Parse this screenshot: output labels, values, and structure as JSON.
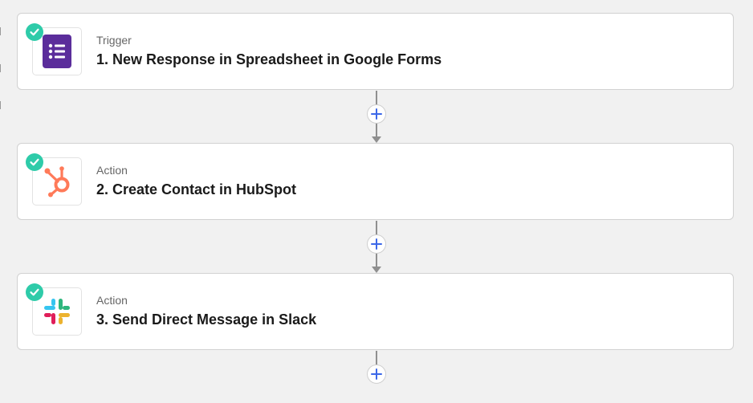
{
  "steps": [
    {
      "kind": "Trigger",
      "title": "1. New Response in Spreadsheet in Google Forms",
      "app_icon": "google-forms-icon",
      "status_icon": "check-icon"
    },
    {
      "kind": "Action",
      "title": "2. Create Contact in HubSpot",
      "app_icon": "hubspot-icon",
      "status_icon": "check-icon"
    },
    {
      "kind": "Action",
      "title": "3. Send Direct Message in Slack",
      "app_icon": "slack-icon",
      "status_icon": "check-icon"
    }
  ],
  "add_step_icon": "plus-icon",
  "colors": {
    "check": "#2ecba9",
    "plus": "#3b67e8",
    "google_forms": "#5b2d9b",
    "hubspot": "#ff7a59",
    "slack_blue": "#36c5f0",
    "slack_green": "#2eb67d",
    "slack_yellow": "#ecb22e",
    "slack_red": "#e01e5a"
  }
}
